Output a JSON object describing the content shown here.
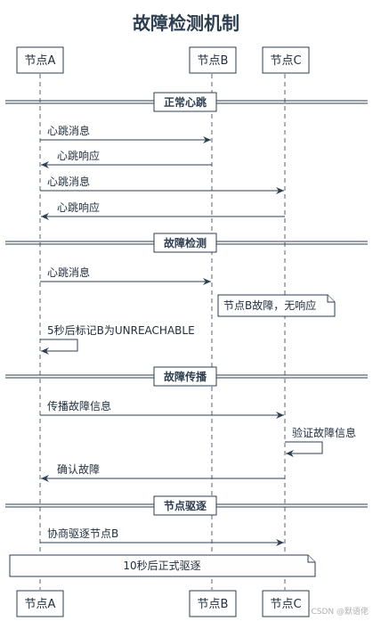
{
  "title": "故障检测机制",
  "participants": [
    {
      "id": "A",
      "label": "节点A"
    },
    {
      "id": "B",
      "label": "节点B"
    },
    {
      "id": "C",
      "label": "节点C"
    }
  ],
  "sections": [
    {
      "label": "正常心跳"
    },
    {
      "label": "故障检测"
    },
    {
      "label": "故障传播"
    },
    {
      "label": "节点驱逐"
    }
  ],
  "messages": [
    {
      "from": "A",
      "to": "B",
      "label": "心跳消息"
    },
    {
      "from": "B",
      "to": "A",
      "label": "心跳响应"
    },
    {
      "from": "A",
      "to": "C",
      "label": "心跳消息"
    },
    {
      "from": "C",
      "to": "A",
      "label": "心跳响应"
    },
    {
      "from": "A",
      "to": "B",
      "label": "心跳消息"
    },
    {
      "from": "A",
      "to": "A",
      "label": "5秒后标记B为UNREACHABLE"
    },
    {
      "from": "A",
      "to": "C",
      "label": "传播故障信息"
    },
    {
      "from": "C",
      "to": "C",
      "label": "验证故障信息"
    },
    {
      "from": "C",
      "to": "A",
      "label": "确认故障"
    },
    {
      "from": "A",
      "to": "C",
      "label": "协商驱逐节点B"
    }
  ],
  "notes": [
    {
      "label": "节点B故障，无响应"
    },
    {
      "label": "10秒后正式驱逐"
    }
  ],
  "watermark": "CSDN @默语佬"
}
